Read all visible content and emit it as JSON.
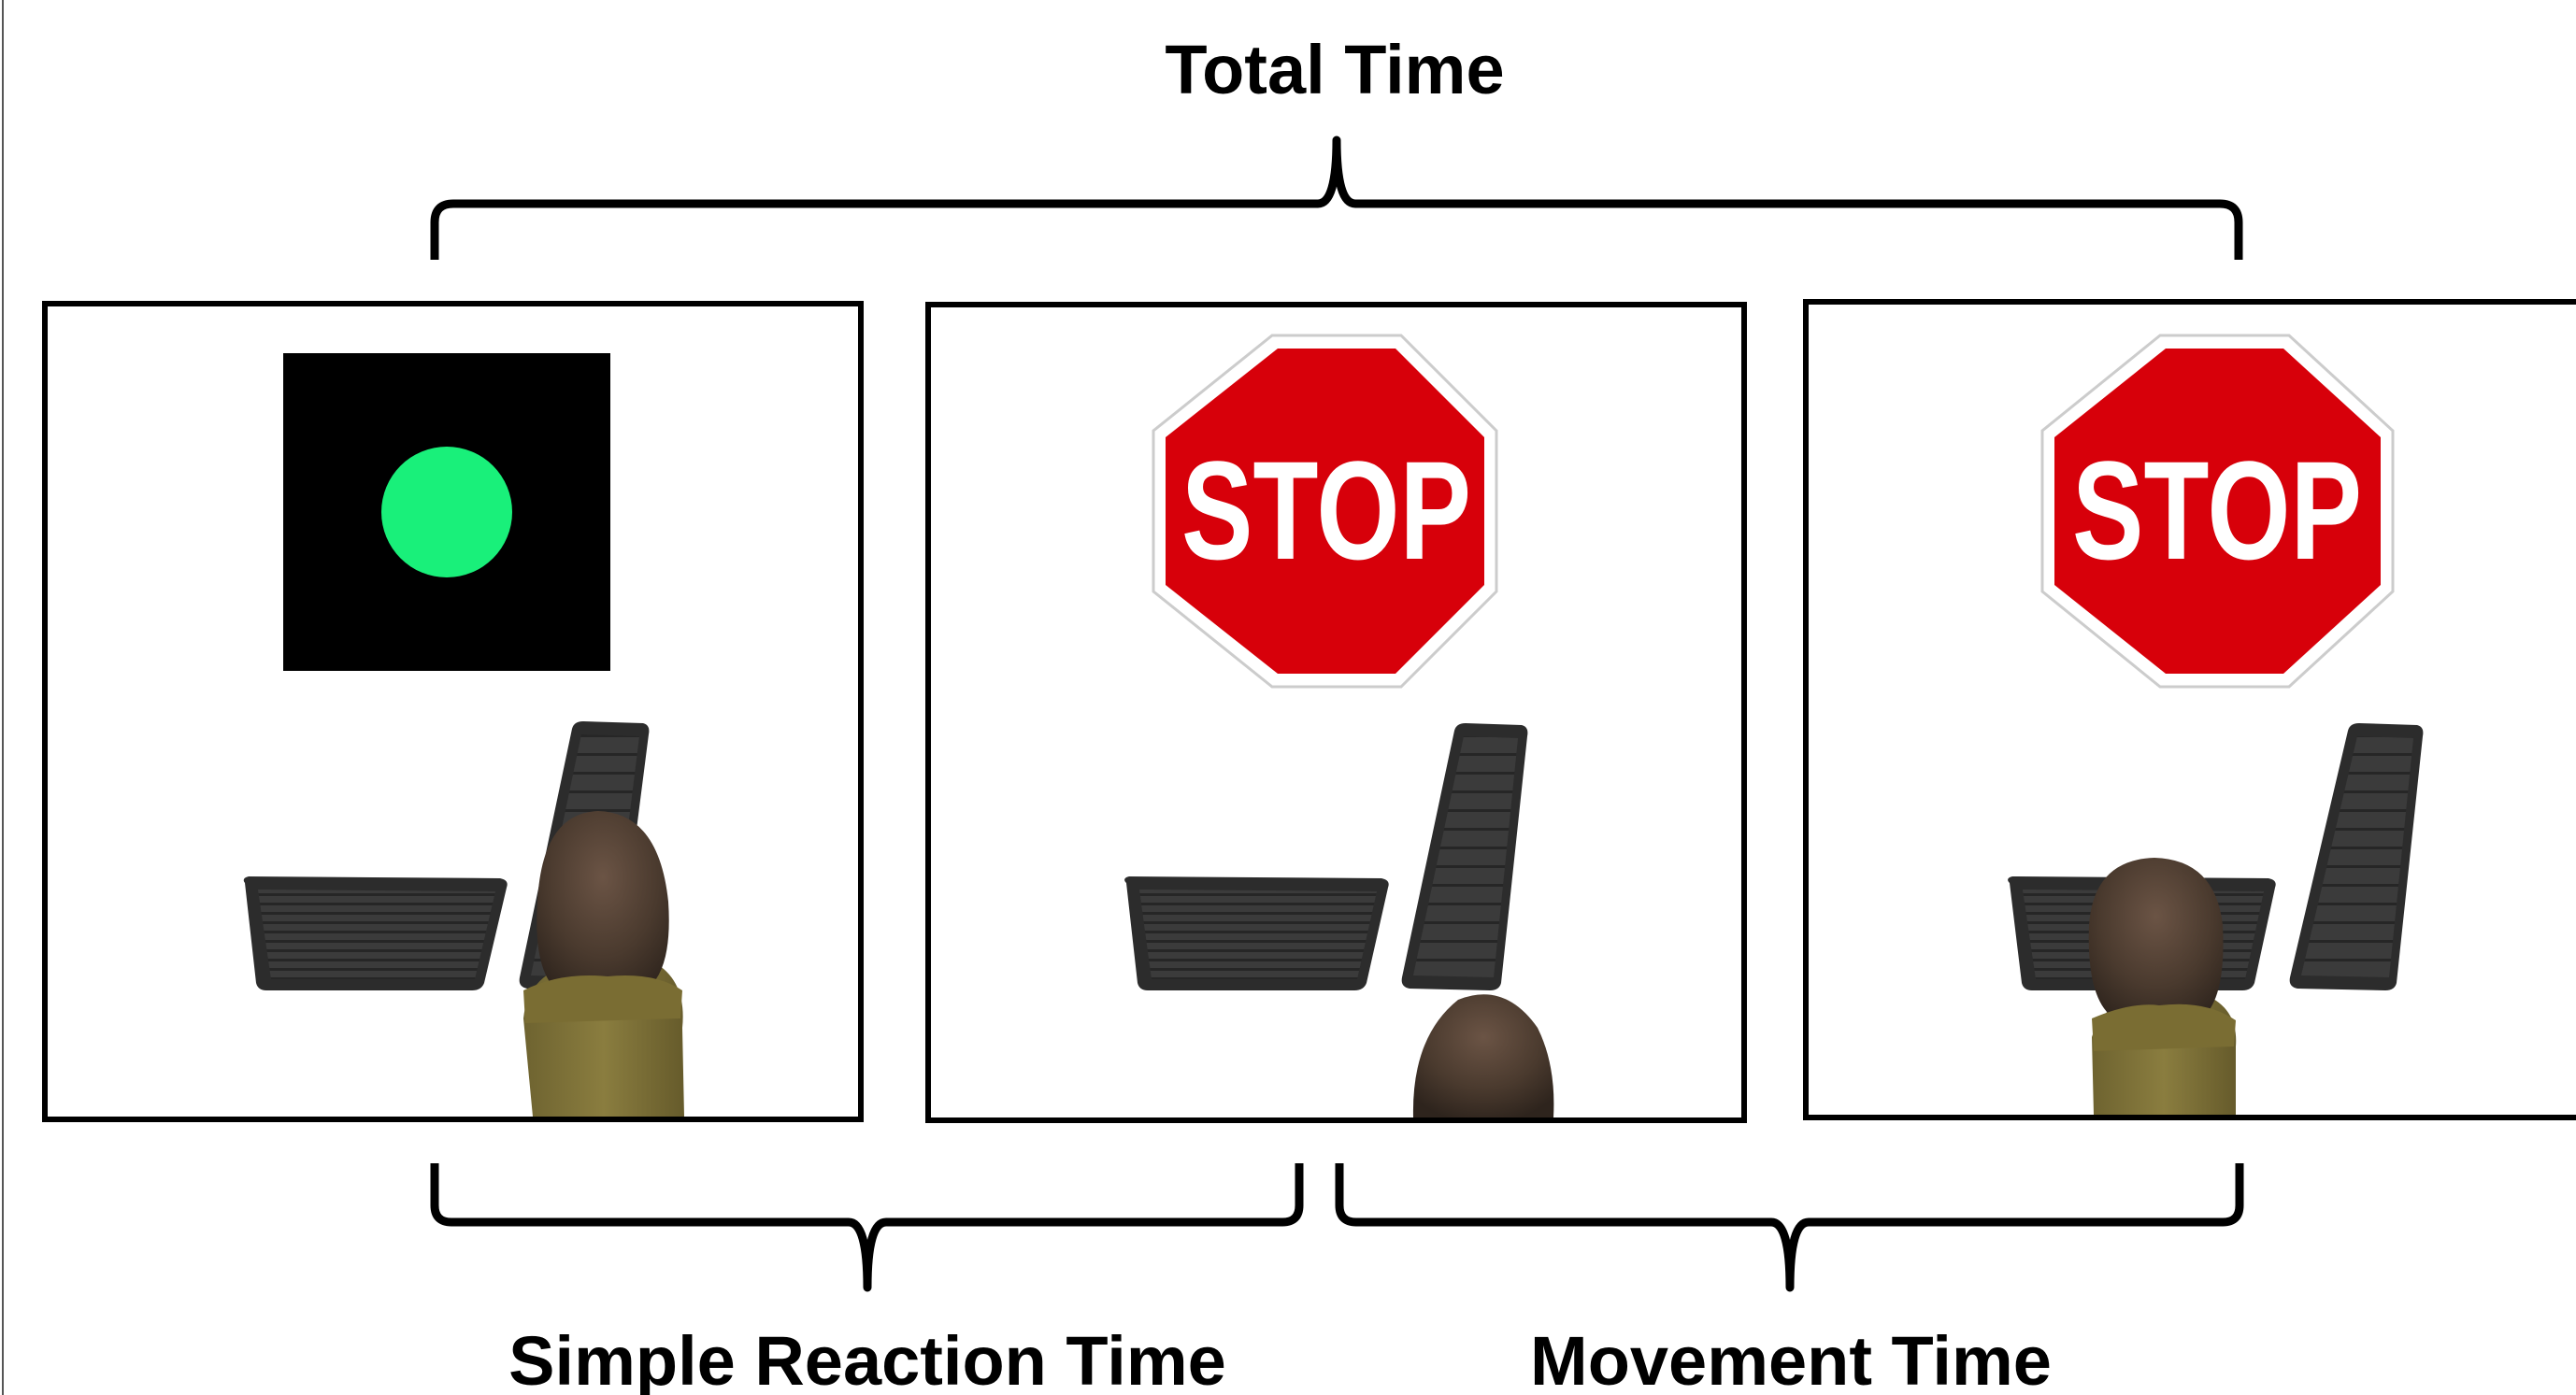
{
  "labels": {
    "total_time": "Total Time",
    "simple_reaction_time": "Simple Reaction Time",
    "movement_time": "Movement Time"
  },
  "panels": [
    {
      "stimulus": "green-circle-light",
      "foot_position": "on-accelerator"
    },
    {
      "stimulus": "stop-sign",
      "sign_text": "STOP",
      "foot_position": "lifted"
    },
    {
      "stimulus": "stop-sign",
      "sign_text": "STOP",
      "foot_position": "on-brake"
    }
  ],
  "colors": {
    "stimulus_background": "#000000",
    "go_light": "#19f07a",
    "stop_sign_red": "#d7000a",
    "pedal": "#3a3a3a",
    "shoe": "#4a3a2e",
    "pants": "#7f7336"
  }
}
